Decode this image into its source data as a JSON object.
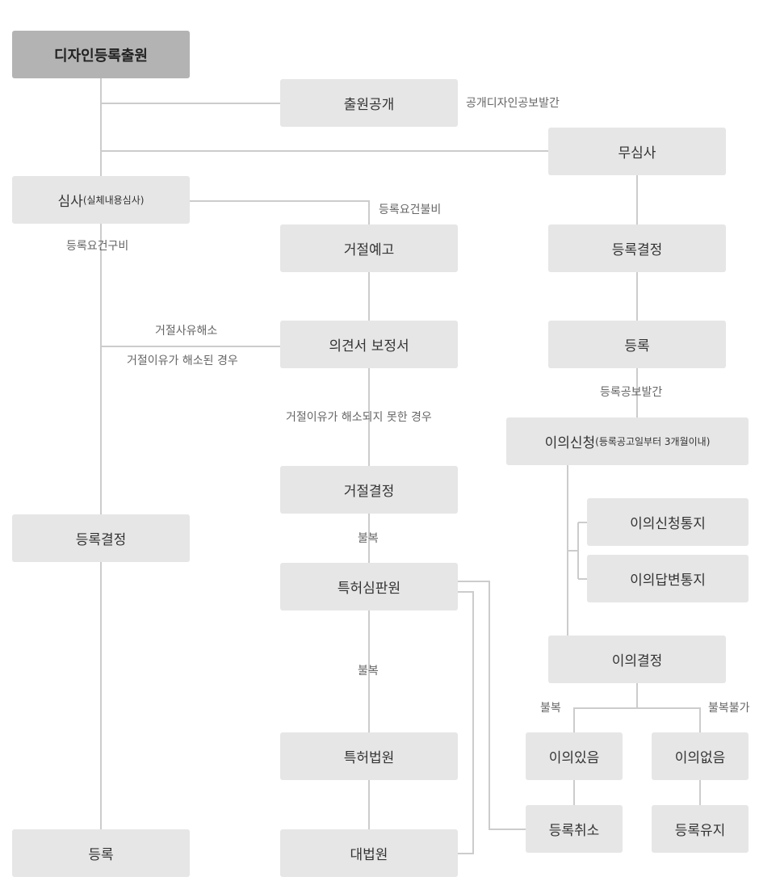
{
  "nodes": {
    "filing": "디자인등록출원",
    "publication": "출원공개",
    "no_exam": "무심사",
    "exam_main": "심사",
    "exam_sub": "(실체내용심사)",
    "pre_reject": "거절예고",
    "reg_decision_right": "등록결정",
    "opinion": "의견서 보정서",
    "register_right": "등록",
    "objection_main": "이의신청",
    "objection_sub": "(등록공고일부터 3개월이내)",
    "reject_decision": "거절결정",
    "reg_decision_left": "등록결정",
    "objection_notice": "이의신청통지",
    "objection_answer": "이의답변통지",
    "ip_tribunal": "특허심판원",
    "objection_decision": "이의결정",
    "patent_court": "특허법원",
    "has_objection": "이의있음",
    "no_objection": "이의없음",
    "reg_cancel": "등록취소",
    "reg_maintain": "등록유지",
    "register_left": "등록",
    "supreme_court": "대법원"
  },
  "labels": {
    "public_gazette": "공개디자인공보발간",
    "req_not_met": "등록요건불비",
    "req_met": "등록요건구비",
    "reason_resolved": "거절사유해소",
    "reason_resolved_case": "거절이유가 해소된 경우",
    "reason_not_resolved": "거절이유가 해소되지 못한 경우",
    "reg_gazette": "등록공보발간",
    "appeal1": "불복",
    "appeal2": "불복",
    "appeal3": "불복",
    "no_appeal": "불복불가"
  },
  "colors": {
    "box": "#e6e6e6",
    "start_box": "#b3b3b3",
    "line": "#cccccc",
    "text": "#333333",
    "label": "#666666"
  }
}
